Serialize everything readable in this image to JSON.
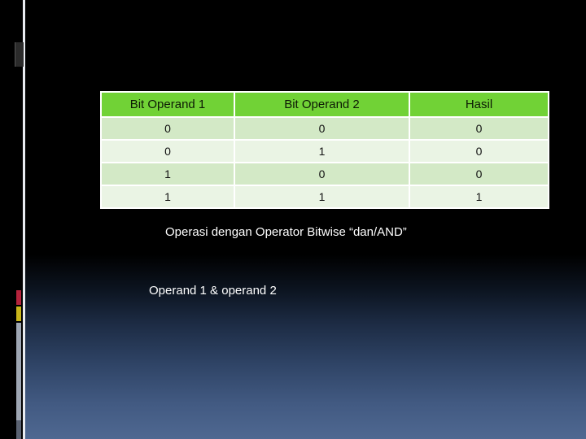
{
  "table": {
    "headers": [
      "Bit Operand 1",
      "Bit Operand 2",
      "Hasil"
    ],
    "rows": [
      [
        "0",
        "0",
        "0"
      ],
      [
        "0",
        "1",
        "0"
      ],
      [
        "1",
        "0",
        "0"
      ],
      [
        "1",
        "1",
        "1"
      ]
    ]
  },
  "caption": "Operasi dengan Operator Bitwise “dan/AND”",
  "expression": "Operand 1 & operand 2",
  "colors": {
    "header_bg": "#71d236",
    "row_odd_bg": "#d3e9c6",
    "row_even_bg": "#eaf4e4",
    "accent_red": "#b5233c",
    "accent_yellow": "#c9b51a"
  }
}
